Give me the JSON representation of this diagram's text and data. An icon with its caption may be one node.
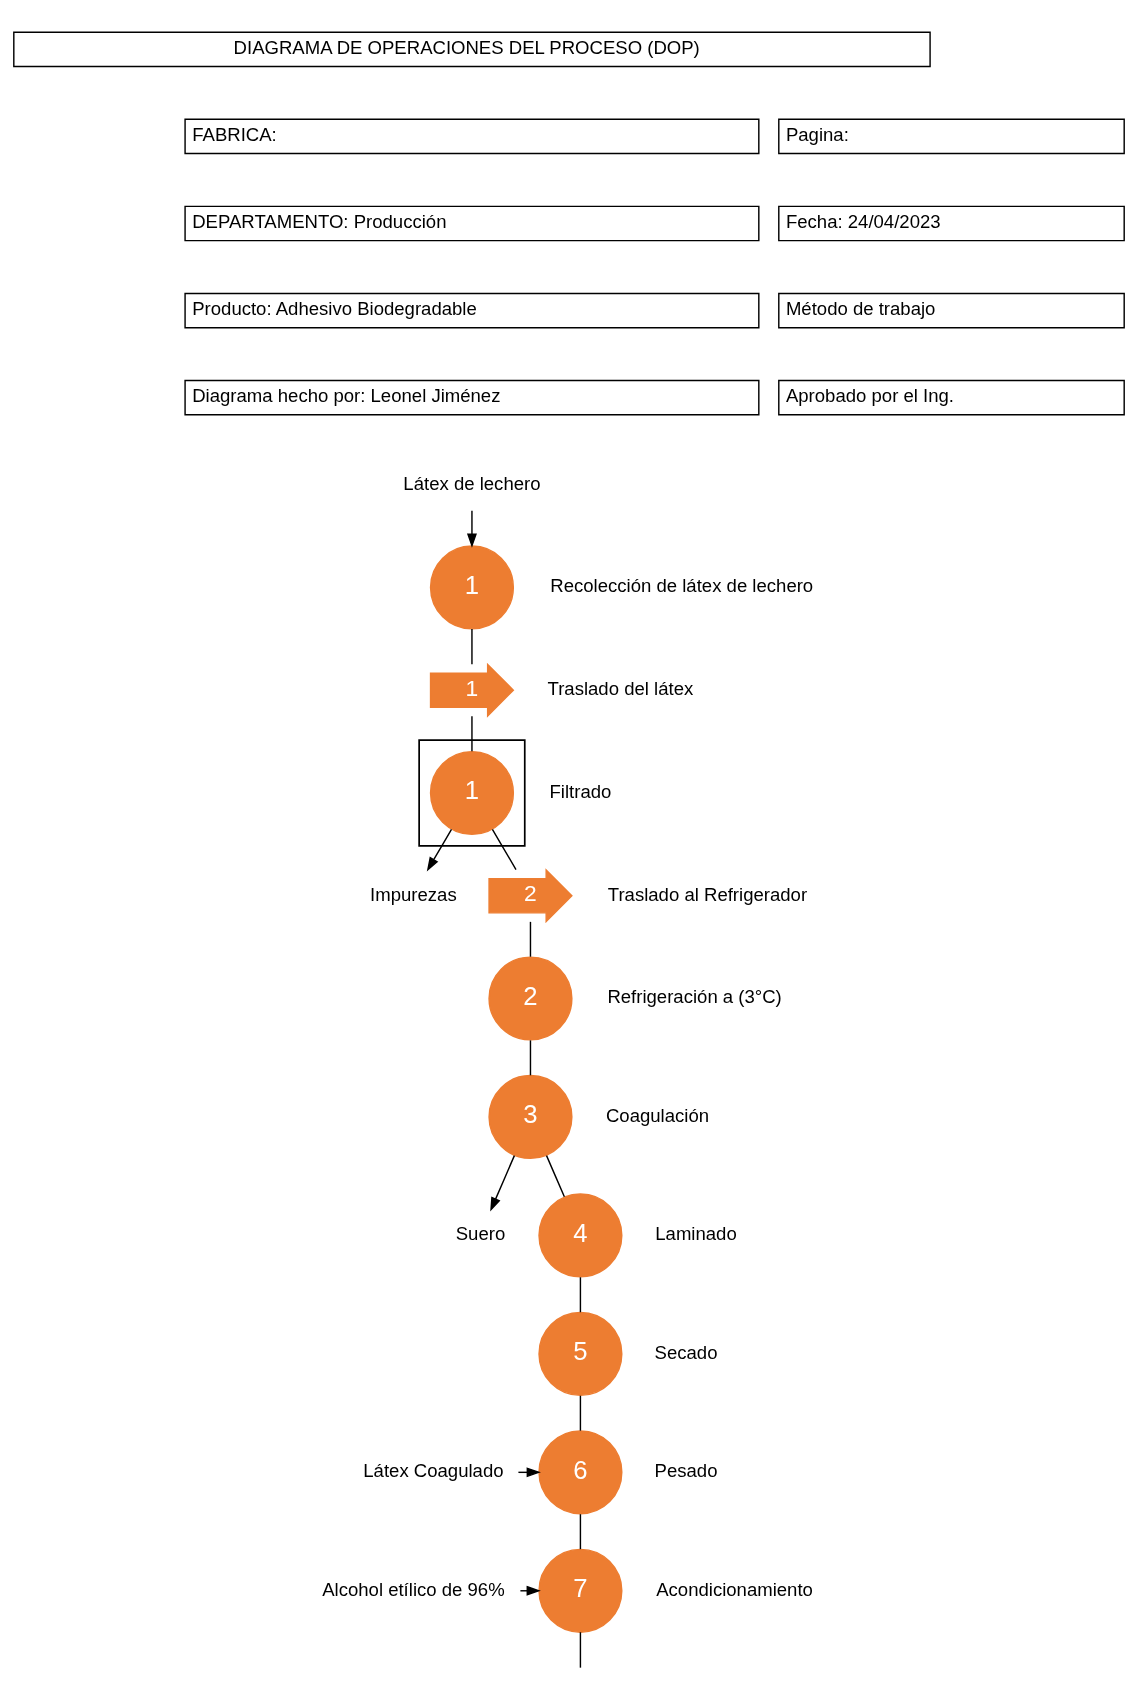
{
  "diagram": {
    "title": "DIAGRAMA DE OPERACIONES DEL PROCESO (DOP)",
    "nodes": [
      {
        "text": [
          "Látex de lechero"
        ]
      },
      {
        "text": [
          "1"
        ],
        "beside": [
          "Recolección de látex de lechero"
        ]
      },
      {
        "text": [
          "1"
        ],
        "beside": [
          "Traslado del látex"
        ]
      },
      {
        "text": [],
        "shape": "box"
      },
      {
        "text": [
          "1"
        ],
        "in": 3,
        "beside": [
          "Filtrado"
        ]
      },
      {
        "text": [
          "Impurezas"
        ]
      },
      {
        "text": [
          "2"
        ],
        "beside": [
          "Traslado al Refrigerador"
        ]
      },
      {
        "text": [
          "2"
        ],
        "beside": [
          "Refrigeración a (3°C)"
        ]
      },
      {
        "text": [
          "3"
        ],
        "beside": [
          "Coagulación"
        ]
      },
      {
        "text": [
          "Suero"
        ]
      },
      {
        "text": [
          "4"
        ],
        "beside": [
          "Laminado"
        ]
      },
      {
        "text": [
          "5"
        ],
        "beside": [
          "Secado"
        ]
      },
      {
        "text": [
          "Látex Coagulado"
        ]
      },
      {
        "text": [
          "6"
        ],
        "beside": [
          "Pesado"
        ]
      },
      {
        "text": [
          "Alcohol etílico de 96%"
        ]
      },
      {
        "text": [
          "7"
        ],
        "beside": [
          "Acondicionamiento"
        ]
      }
    ],
    "edges": [
      {
        "from": 0,
        "to": 1,
        "arrow": "to"
      },
      {
        "from": 1,
        "to": 2,
        "arrow": "none"
      },
      {
        "from": 2,
        "to": 4,
        "arrow": "none"
      },
      {
        "from": 4,
        "to": 5,
        "arrow": "to"
      },
      {
        "from": 4,
        "to": 6,
        "arrow": "none"
      },
      {
        "from": 6,
        "to": 7,
        "arrow": "none"
      },
      {
        "from": 7,
        "to": 8,
        "arrow": "none"
      },
      {
        "from": 8,
        "to": 9,
        "arrow": "to"
      },
      {
        "from": 8,
        "to": 10,
        "arrow": "none"
      },
      {
        "from": 10,
        "to": 11,
        "arrow": "none"
      },
      {
        "from": 11,
        "to": 13,
        "arrow": "none"
      },
      {
        "from": 12,
        "to": 13,
        "arrow": "to"
      },
      {
        "from": 13,
        "to": 15,
        "arrow": "none"
      },
      {
        "from": 14,
        "to": 15,
        "arrow": "to"
      },
      {
        "from": 15,
        "to": null,
        "arrow": "none"
      }
    ],
    "labels": [
      "FABRICA:",
      "Pagina:",
      "DEPARTAMENTO: Producción",
      "Fecha: 24/04/2023",
      "Producto: Adhesivo Biodegradable",
      "Método de trabajo",
      "Diagrama hecho por: Leonel Jiménez",
      "Aprobado por el Ing."
    ]
  }
}
